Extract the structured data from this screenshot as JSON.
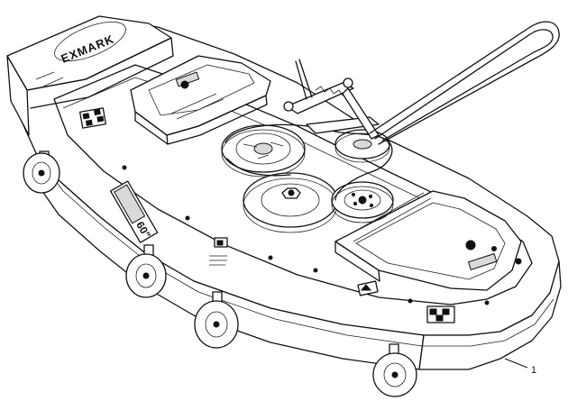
{
  "figure": {
    "callouts": [
      {
        "label": "1"
      }
    ],
    "decal_text": {
      "side_badge": "60\"",
      "front_logo": "EXMARK"
    }
  }
}
